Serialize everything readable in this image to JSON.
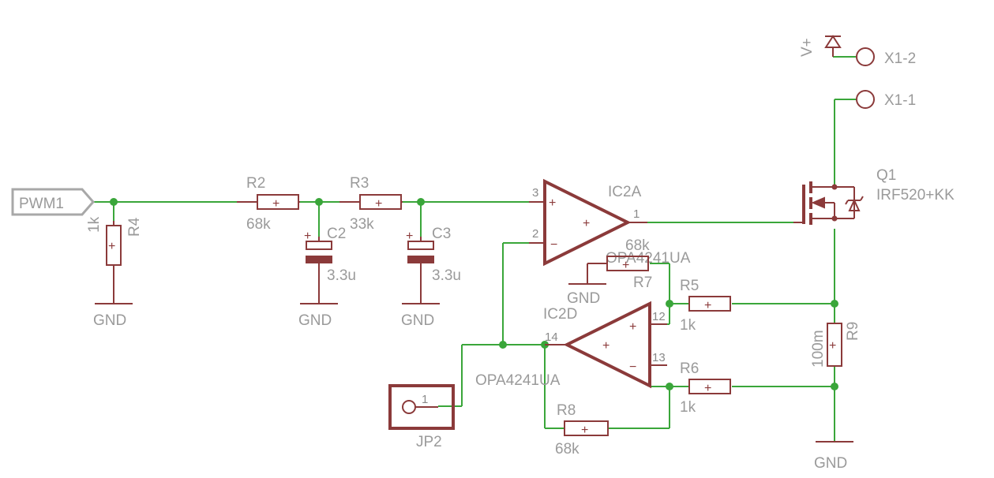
{
  "net_labels": {
    "pwm": "PWM1"
  },
  "components": {
    "r2": {
      "name": "R2",
      "value": "68k"
    },
    "r3": {
      "name": "R3",
      "value": "33k"
    },
    "r4": {
      "name": "R4",
      "value": "1k"
    },
    "r5": {
      "name": "R5",
      "value": "1k"
    },
    "r6": {
      "name": "R6",
      "value": "1k"
    },
    "r7": {
      "name": "R7",
      "value": "68k"
    },
    "r8": {
      "name": "R8",
      "value": "68k"
    },
    "r9": {
      "name": "R9",
      "value": "100m"
    },
    "c2": {
      "name": "C2",
      "value": "3.3u"
    },
    "c3": {
      "name": "C3",
      "value": "3.3u"
    },
    "ic2a": {
      "name": "IC2A",
      "part": "OPA4241UA"
    },
    "ic2d": {
      "name": "IC2D",
      "part": "OPA4241UA"
    },
    "q1": {
      "name": "Q1",
      "part": "IRF520+KK"
    },
    "jp2": {
      "name": "JP2",
      "pin": "1"
    },
    "x1_1": {
      "name": "X1-1"
    },
    "x1_2": {
      "name": "X1-2"
    }
  },
  "pins": {
    "ic2a_in_plus": "3",
    "ic2a_in_minus": "2",
    "ic2a_out": "1",
    "ic2d_in_plus": "12",
    "ic2d_in_minus": "13",
    "ic2d_out": "14"
  },
  "supplies": {
    "gnd": "GND",
    "vplus": "V+"
  },
  "symbols": {
    "plus": "+",
    "minus": "−"
  },
  "colors": {
    "wire": "#3aa63a",
    "part": "#8b3a3a",
    "label": "#9a9a9a"
  }
}
